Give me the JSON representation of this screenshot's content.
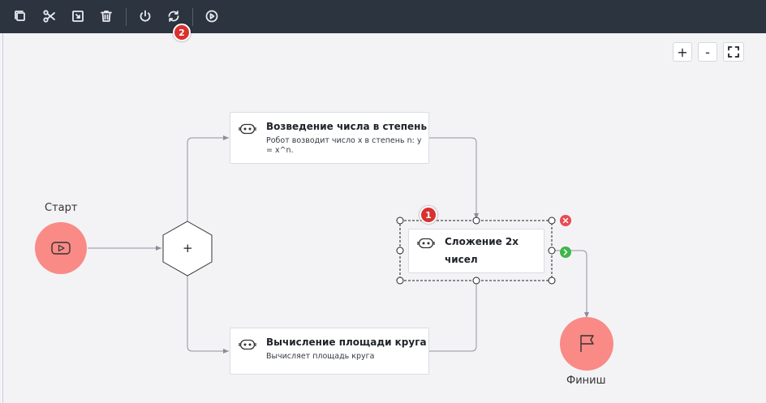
{
  "zoom": {
    "plus": "+",
    "minus": "-"
  },
  "events": {
    "start_label": "Старт",
    "finish_label": "Финиш"
  },
  "gateway": {
    "symbol": "+"
  },
  "tasks": {
    "power": {
      "title": "Возведение числа в степень",
      "desc_line1": "Робот возводит число x в степень n: y",
      "desc_line2": "= x^n."
    },
    "sum": {
      "title_line1": "Сложение 2х",
      "title_line2": "чисел"
    },
    "area": {
      "title": "Вычисление площади круга",
      "desc": "Вычисляет площадь круга"
    }
  },
  "badges": {
    "one": "1",
    "two": "2"
  },
  "colors": {
    "toolbar": "#2c3440",
    "event": "#f98a86",
    "delete": "#e84a4f",
    "connect": "#3fb54a",
    "badge": "#d9312e"
  }
}
